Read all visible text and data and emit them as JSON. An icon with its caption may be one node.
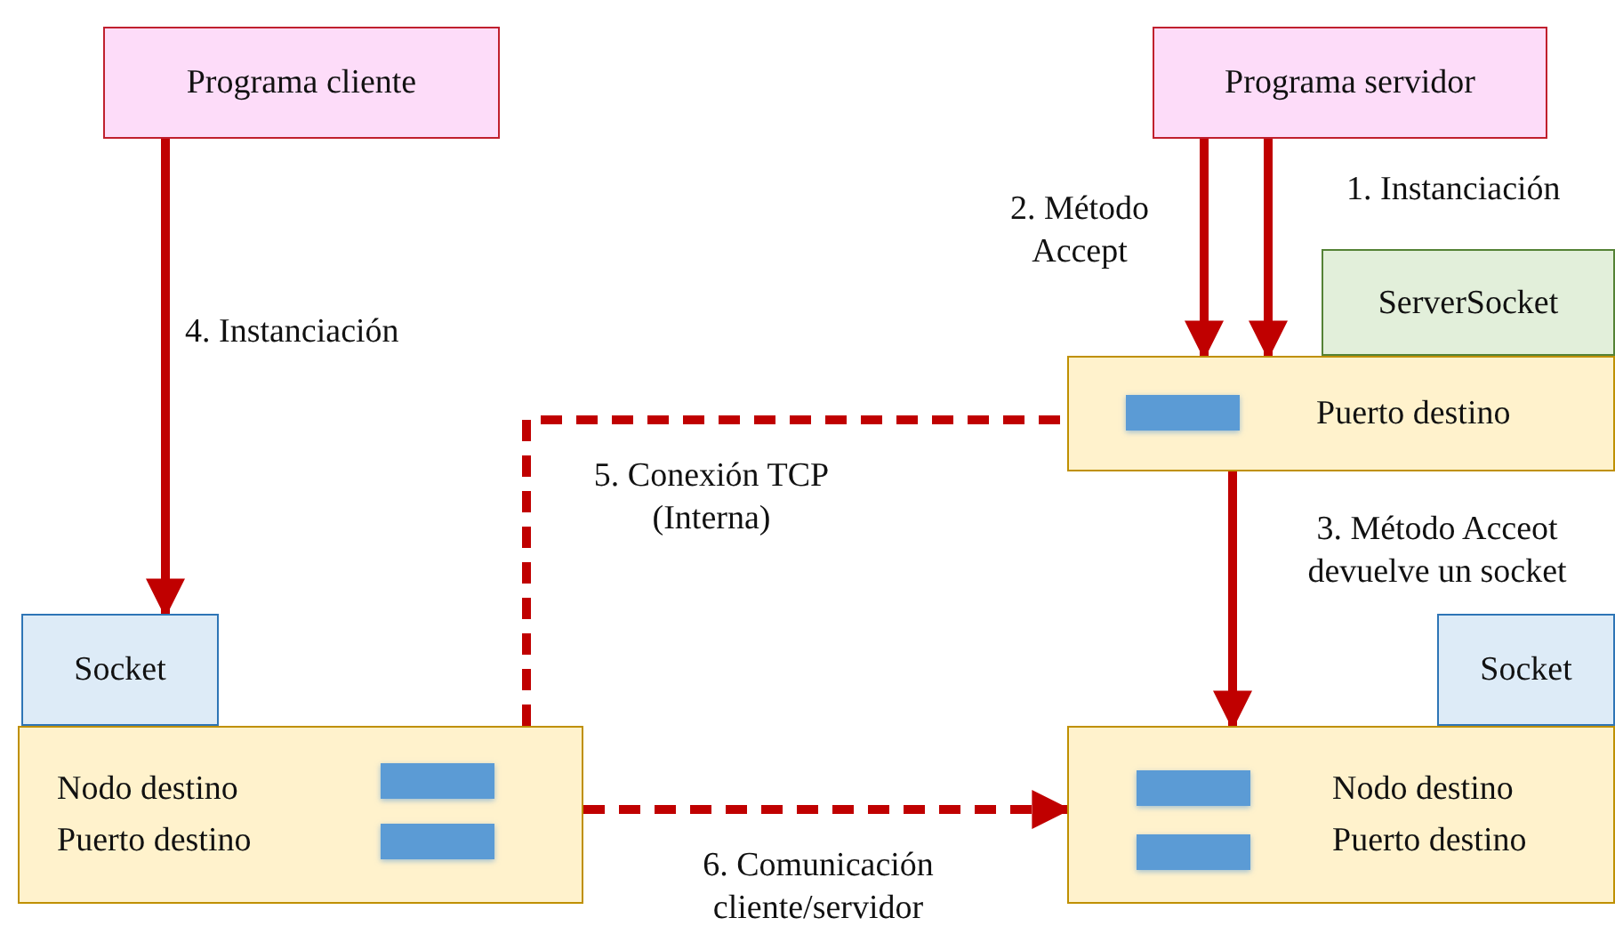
{
  "diagram": {
    "nodes": [
      {
        "text": [
          "Programa cliente"
        ]
      },
      {
        "text": [
          "Programa servidor"
        ]
      },
      {
        "text": [
          "ServerSocket"
        ]
      },
      {
        "text": [
          "Puerto destino"
        ]
      },
      {
        "text": [
          "Socket"
        ]
      },
      {
        "text": [
          "Nodo destino",
          "Puerto destino"
        ]
      },
      {
        "text": [
          "Socket"
        ]
      },
      {
        "text": [
          "Nodo destino",
          "Puerto destino"
        ]
      }
    ],
    "edges": [
      {
        "from": 0,
        "to": 4,
        "arrow": "to",
        "label": "4. Instanciación"
      },
      {
        "from": 1,
        "to": 3,
        "arrow": "to",
        "label": "2. Método Accept"
      },
      {
        "from": 1,
        "to": 3,
        "arrow": "to",
        "label": "1. Instanciación"
      },
      {
        "from": 3,
        "to": 7,
        "arrow": "to",
        "label": "3. Método Acceot devuelve un socket"
      },
      {
        "from": 5,
        "to": 3,
        "arrow": "none",
        "style": "dashed",
        "label": "5. Conexión TCP (Interna)"
      },
      {
        "from": 5,
        "to": 7,
        "arrow": "to",
        "style": "dashed",
        "label": "6. Comunicación cliente/servidor"
      }
    ]
  }
}
